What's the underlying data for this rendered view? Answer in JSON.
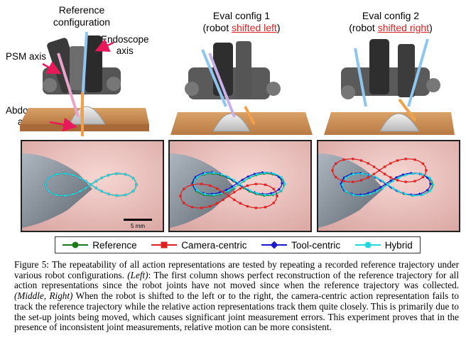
{
  "columns": [
    {
      "title_line1": "Reference",
      "title_line2": "configuration"
    },
    {
      "title_line1": "Eval config 1",
      "title_prefix": "(robot ",
      "title_highlight": "shifted left",
      "title_suffix": ")"
    },
    {
      "title_line1": "Eval config 2",
      "title_prefix": "(robot ",
      "title_highlight": "shifted right",
      "title_suffix": ")"
    }
  ],
  "annotations": {
    "endoscope_axis": [
      "Endoscope",
      "axis"
    ],
    "psm_axis": "PSM axis",
    "abdomen_axis": [
      "Abdomen",
      "axis"
    ]
  },
  "scale_bar_label": "5 mm",
  "legend": [
    {
      "label": "Reference",
      "color": "#1a7a1a",
      "marker": "circle"
    },
    {
      "label": "Camera-centric",
      "color": "#e02020",
      "marker": "square"
    },
    {
      "label": "Tool-centric",
      "color": "#1a1acc",
      "marker": "diamond"
    },
    {
      "label": "Hybrid",
      "color": "#22d8e0",
      "marker": "circle"
    }
  ],
  "caption": {
    "label": "Figure 5:",
    "text1": " The repeatability of all action representations are tested by repeating a recorded reference trajectory under various robot configurations. ",
    "left_tag": "(Left)",
    "text2": ": The first column shows perfect reconstruction of the reference trajectory for all action representations since the robot joints have not moved since when the reference trajectory was collected. ",
    "middle_tag": "(Middle, Right)",
    "text3": " When the robot is shifted to the left or to the right, the camera-centric action representation fails to track the reference trajectory while the relative action representations track them quite closely.  This is primarily due to the set-up joints being moved, which causes significant joint measurement errors. This experiment proves that in the presence of inconsistent joint measurements, relative motion can be more consistent."
  }
}
